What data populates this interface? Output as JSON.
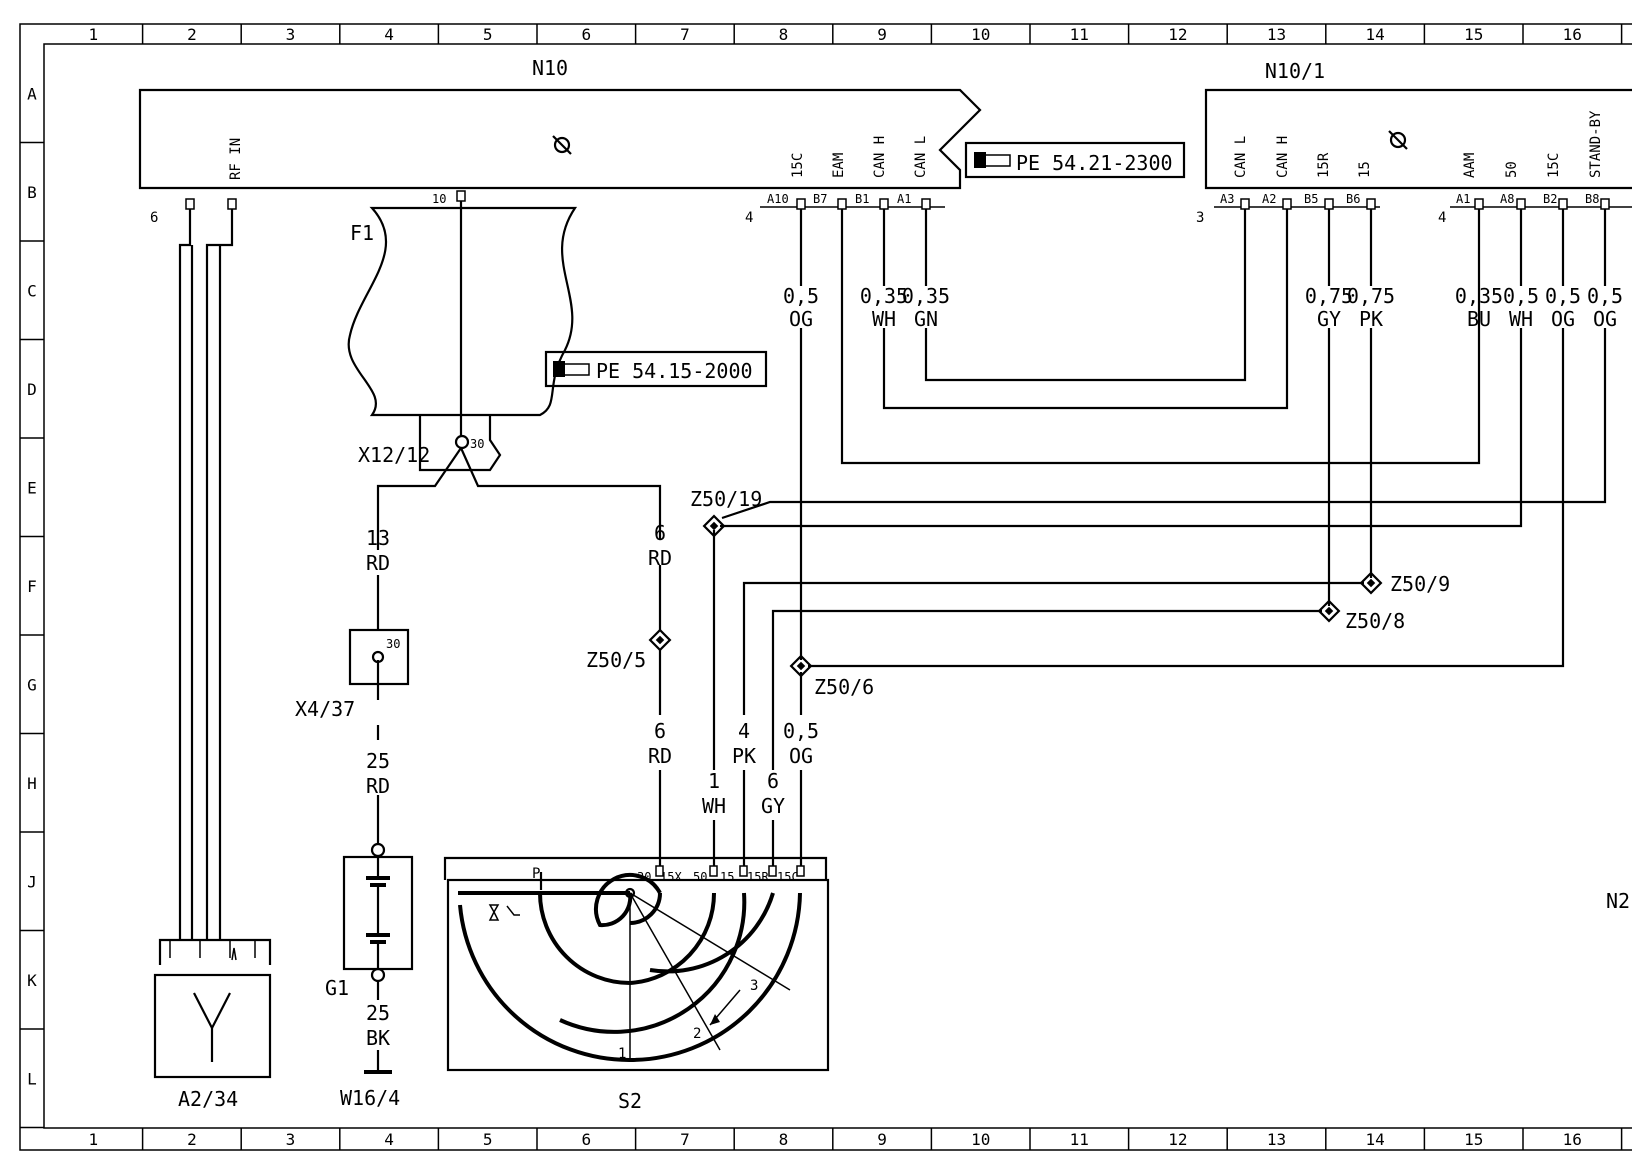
{
  "grid": {
    "columns": [
      "1",
      "2",
      "3",
      "4",
      "5",
      "6",
      "7",
      "8",
      "9",
      "10",
      "11",
      "12",
      "13",
      "14",
      "15",
      "16"
    ],
    "rows": [
      "A",
      "B",
      "C",
      "D",
      "E",
      "F",
      "G",
      "H",
      "J",
      "K",
      "L"
    ]
  },
  "components": {
    "n10": "N10",
    "n10_1": "N10/1",
    "f1": "F1",
    "x12_12": "X12/12",
    "x4_37": "X4/37",
    "g1": "G1",
    "w16_4": "W16/4",
    "a2_34": "A2/34",
    "s2": "S2",
    "n2_partial": "N2"
  },
  "references": {
    "ref1": "PE 54.21-2300",
    "ref2": "PE 54.15-2000"
  },
  "n10_pins": {
    "rf_in": "RF IN",
    "p15c": "15C",
    "eam": "EAM",
    "canh": "CAN H",
    "canl": "CAN L",
    "connector_6": "6",
    "connector_4": "4",
    "pin10": "10",
    "a10": "A10",
    "b7": "B7",
    "b1": "B1",
    "a1": "A1"
  },
  "n10_1_pins": {
    "canl": "CAN L",
    "canh": "CAN H",
    "p15r": "15R",
    "p15": "15",
    "aam": "AAM",
    "p50": "50",
    "p15c": "15C",
    "standby": "STAND-BY",
    "connector_3": "3",
    "connector_4": "4",
    "a3": "A3",
    "a2": "A2",
    "b5": "B5",
    "b6": "B6",
    "a1": "A1",
    "a8": "A8",
    "b2": "B2",
    "b8": "B8"
  },
  "wires": {
    "w_15c_size": "0,5",
    "w_15c_color": "OG",
    "w_canh_size": "0,35",
    "w_canh_color": "WH",
    "w_canl_size": "0,35",
    "w_canl_color": "GN",
    "w_15r_size": "0,75",
    "w_15r_color": "GY",
    "w_15_size": "0,75",
    "w_15_color": "PK",
    "w_aam_size": "0,35",
    "w_aam_color": "BU",
    "w_50_size": "0,5",
    "w_50_color": "WH",
    "w_15c2_size": "0,5",
    "w_15c2_color": "OG",
    "w_sb_size": "0,5",
    "w_sb_color": "OG",
    "w_13_size": "13",
    "w_13_color": "RD",
    "w_6a_size": "6",
    "w_6a_color": "RD",
    "w_6b_size": "6",
    "w_6b_color": "RD",
    "w_25a_size": "25",
    "w_25a_color": "RD",
    "w_25b_size": "25",
    "w_25b_color": "BK",
    "w_1_size": "1",
    "w_1_color": "WH",
    "w_4_size": "4",
    "w_4_color": "PK",
    "w_6gy_size": "6",
    "w_6gy_color": "GY",
    "w_05_size": "0,5",
    "w_05_color": "OG"
  },
  "splices": {
    "z50_19": "Z50/19",
    "z50_9": "Z50/9",
    "z50_8": "Z50/8",
    "z50_5": "Z50/5",
    "z50_6": "Z50/6"
  },
  "terminals": {
    "t30_x12": "30",
    "t30_x4": "30"
  },
  "switch_s2": {
    "p": "P",
    "t30": "30",
    "t15x": "15X",
    "t50": "50",
    "t15": "15",
    "t15r": "15R",
    "t15c": "15C",
    "pos1": "1",
    "pos2": "2",
    "pos3": "3"
  }
}
